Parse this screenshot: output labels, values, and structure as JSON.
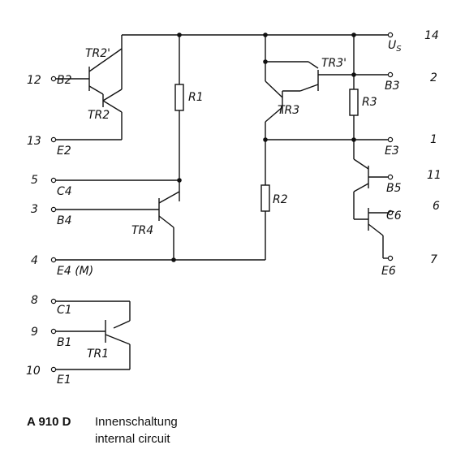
{
  "pins": {
    "p14": "14",
    "p2": "2",
    "p1": "1",
    "p11": "11",
    "p6": "6",
    "p7": "7",
    "p12": "12",
    "p13": "13",
    "p5": "5",
    "p3": "3",
    "p4": "4",
    "p8": "8",
    "p9": "9",
    "p10": "10"
  },
  "nets": {
    "us": "U",
    "us_sub": "S",
    "b3": "B3",
    "e3": "E3",
    "b5": "B5",
    "c6": "C6",
    "e6": "E6",
    "b2": "B2",
    "e2": "E2",
    "c4": "C4",
    "b4": "B4",
    "e4": "E4 (M)",
    "c1": "C1",
    "b1": "B1",
    "e1": "E1"
  },
  "components": {
    "tr2p": "TR2'",
    "tr2": "TR2",
    "tr3p": "TR3'",
    "tr3": "TR3",
    "tr4": "TR4",
    "tr1": "TR1",
    "r1": "R1",
    "r2": "R2",
    "r3": "R3"
  },
  "caption": {
    "part": "A 910 D",
    "line1": "Innenschaltung",
    "line2": "internal circuit"
  }
}
